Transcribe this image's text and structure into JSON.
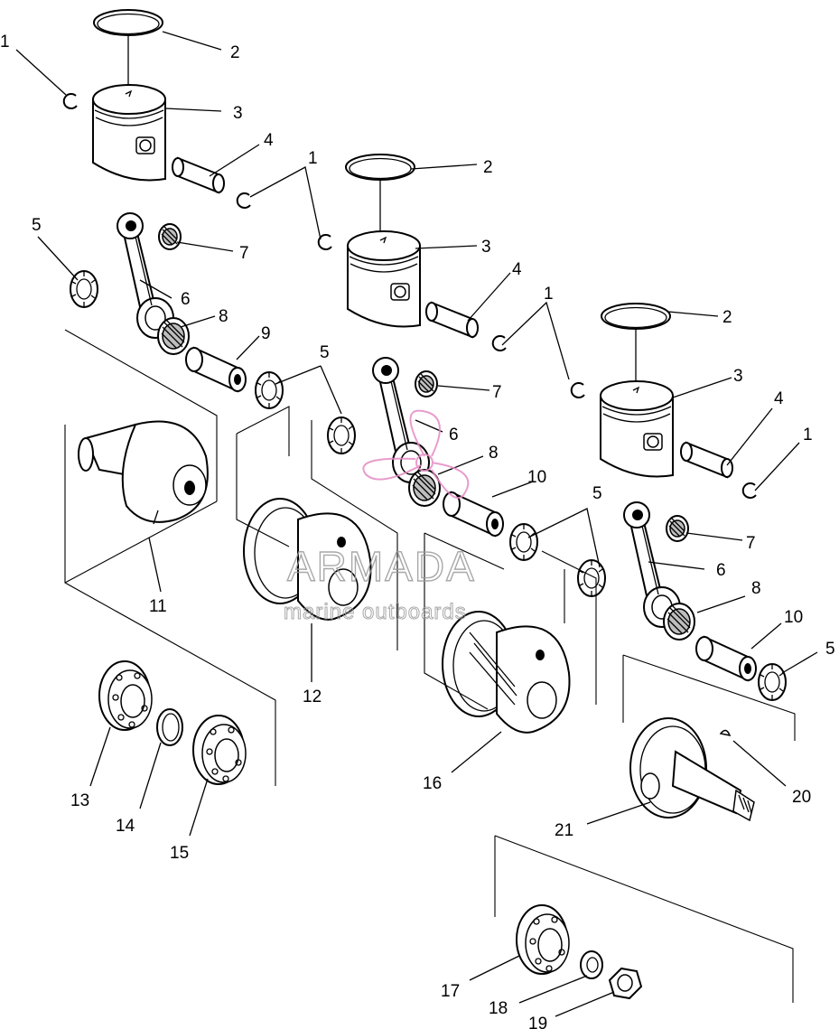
{
  "watermark": {
    "brand": "ARMADA",
    "tagline": "marine outboards",
    "logo_color": "#e58bc4"
  },
  "callouts": [
    {
      "id": "c1a",
      "text": "1"
    },
    {
      "id": "c2a",
      "text": "2"
    },
    {
      "id": "c3a",
      "text": "3"
    },
    {
      "id": "c4a",
      "text": "4"
    },
    {
      "id": "c5a",
      "text": "5"
    },
    {
      "id": "c6a",
      "text": "6"
    },
    {
      "id": "c7a",
      "text": "7"
    },
    {
      "id": "c8a",
      "text": "8"
    },
    {
      "id": "c9",
      "text": "9"
    },
    {
      "id": "c1b",
      "text": "1"
    },
    {
      "id": "c2b",
      "text": "2"
    },
    {
      "id": "c3b",
      "text": "3"
    },
    {
      "id": "c4b",
      "text": "4"
    },
    {
      "id": "c1c",
      "text": "1"
    },
    {
      "id": "c5b",
      "text": "5"
    },
    {
      "id": "c7b",
      "text": "7"
    },
    {
      "id": "c6b",
      "text": "6"
    },
    {
      "id": "c8b",
      "text": "8"
    },
    {
      "id": "c10a",
      "text": "10"
    },
    {
      "id": "c2c",
      "text": "2"
    },
    {
      "id": "c3c",
      "text": "3"
    },
    {
      "id": "c4c",
      "text": "4"
    },
    {
      "id": "c1d",
      "text": "1"
    },
    {
      "id": "c5c",
      "text": "5"
    },
    {
      "id": "c7c",
      "text": "7"
    },
    {
      "id": "c6c",
      "text": "6"
    },
    {
      "id": "c8c",
      "text": "8"
    },
    {
      "id": "c10b",
      "text": "10"
    },
    {
      "id": "c5d",
      "text": "5"
    },
    {
      "id": "c11",
      "text": "11"
    },
    {
      "id": "c12",
      "text": "12"
    },
    {
      "id": "c16",
      "text": "16"
    },
    {
      "id": "c20",
      "text": "20"
    },
    {
      "id": "c21",
      "text": "21"
    },
    {
      "id": "c13",
      "text": "13"
    },
    {
      "id": "c14",
      "text": "14"
    },
    {
      "id": "c15",
      "text": "15"
    },
    {
      "id": "c17",
      "text": "17"
    },
    {
      "id": "c18",
      "text": "18"
    },
    {
      "id": "c19",
      "text": "19"
    }
  ]
}
